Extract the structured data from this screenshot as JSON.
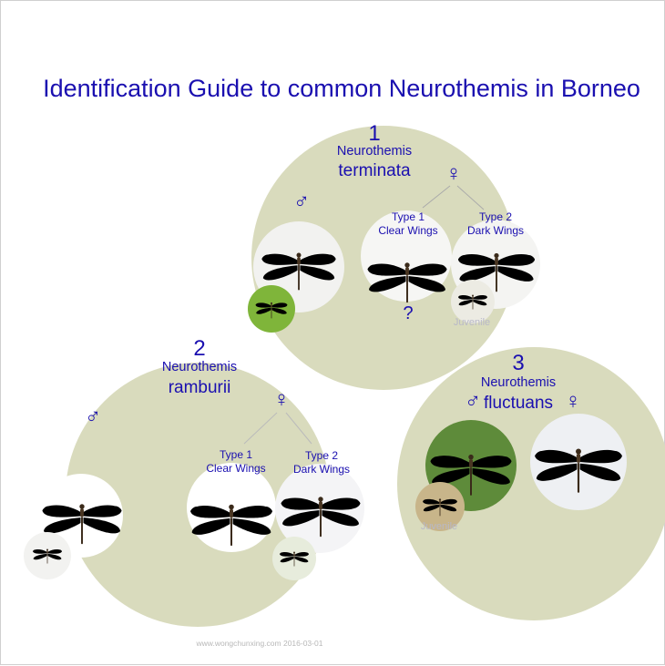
{
  "title": "Identification Guide to common Neurothemis in Borneo",
  "groups": [
    {
      "number": "1",
      "genus": "Neurothemis",
      "species": "terminata",
      "male_symbol": "♂",
      "female_symbol": "♀",
      "female_types": [
        {
          "name": "Type 1",
          "desc": "Clear Wings"
        },
        {
          "name": "Type 2",
          "desc": "Dark Wings"
        }
      ],
      "unknown_mark": "?",
      "juvenile_label": "Juvenile"
    },
    {
      "number": "2",
      "genus": "Neurothemis",
      "species": "ramburii",
      "male_symbol": "♂",
      "female_symbol": "♀",
      "female_types": [
        {
          "name": "Type 1",
          "desc": "Clear Wings"
        },
        {
          "name": "Type 2",
          "desc": "Dark Wings"
        }
      ]
    },
    {
      "number": "3",
      "genus": "Neurothemis",
      "species": "fluctuans",
      "male_symbol": "♂",
      "female_symbol": "♀",
      "juvenile_label": "Juvenile"
    }
  ],
  "credit": "www.wongchunxing.com 2016-03-01",
  "colors": {
    "text": "#1a0fb0",
    "circle": "#d9dbbd",
    "wing_red": "#9a1f1f",
    "wing_brown": "#b88a3a",
    "wing_clear": "#e9e4d8"
  }
}
